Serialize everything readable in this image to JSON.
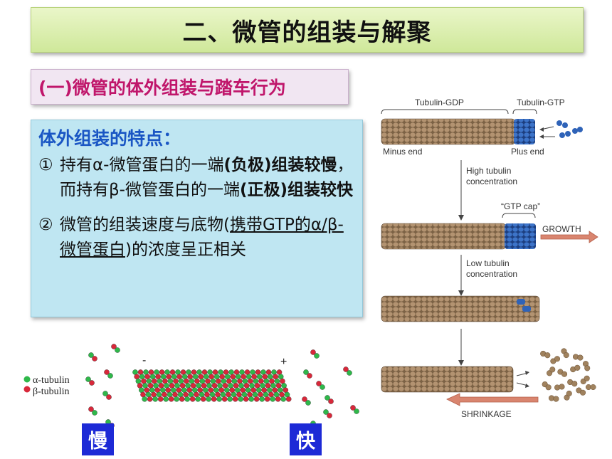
{
  "title": "二、微管的组装与解聚",
  "subtitle": "(一)微管的体外组装与踏车行为",
  "features": {
    "heading": "体外组装的特点：",
    "item1": {
      "num": "①",
      "t1": "持有α-微管蛋白的一端",
      "t2": "(负极)组装较慢",
      "t3": "，而持有β-微管蛋白的一端",
      "t4": "(正极)组装较快"
    },
    "item2": {
      "num": "②",
      "t1": "微管的组装速度与底物(",
      "t2": "携带GTP的α/β-微管蛋白",
      "t3": ")的浓度呈正相关"
    }
  },
  "diagram": {
    "tubulin_gdp": "Tubulin-GDP",
    "tubulin_gtp": "Tubulin-GTP",
    "minus_end": "Minus end",
    "plus_end": "Plus end",
    "high_conc_1": "High tubulin",
    "high_conc_2": "concentration",
    "gtp_cap": "“GTP cap”",
    "growth": "GROWTH",
    "low_conc_1": "Low tubulin",
    "low_conc_2": "concentration",
    "shrinkage": "SHRINKAGE",
    "colors": {
      "gdp": "#a0825e",
      "gtp": "#2f63b8"
    }
  },
  "bottom": {
    "alpha_label": "α-tubulin",
    "beta_label": "β-tubulin",
    "minus": "-",
    "plus": "+",
    "slow": "慢",
    "fast": "快",
    "colors": {
      "alpha": "#2fb84a",
      "beta": "#d8283a"
    }
  }
}
